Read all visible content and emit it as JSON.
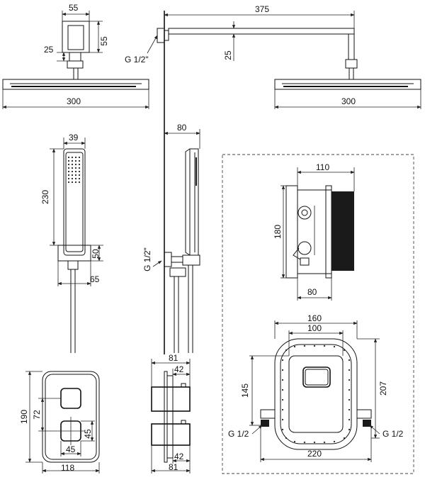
{
  "diagram": {
    "head_left": {
      "top_width": "55",
      "top_height": "55",
      "neck": "25",
      "width": "300"
    },
    "arm": {
      "length": "375",
      "drop": "25",
      "thread": "G 1/2\""
    },
    "head_right": {
      "width": "300"
    },
    "hand_shower": {
      "width": "39",
      "length": "230",
      "holder_height": "50",
      "holder_depth": "65"
    },
    "wall_outlet": {
      "depth": "80",
      "thread": "G 1/2\""
    },
    "box_side": {
      "width": "110",
      "height": "180",
      "depth": "80"
    },
    "box_front": {
      "outer_width": "160",
      "inner_width": "100",
      "height_inner": "145",
      "height_outer": "207",
      "thread_left": "G 1/2",
      "thread_right": "G 1/2",
      "base_width": "220"
    },
    "valve_front": {
      "height": "190",
      "inner_height": "72",
      "knob_width": "45",
      "knob_height": "45",
      "width": "118"
    },
    "valve_side": {
      "top_depth": "81",
      "top_knob": "42",
      "bottom_knob": "42",
      "bottom_depth": "81"
    }
  }
}
